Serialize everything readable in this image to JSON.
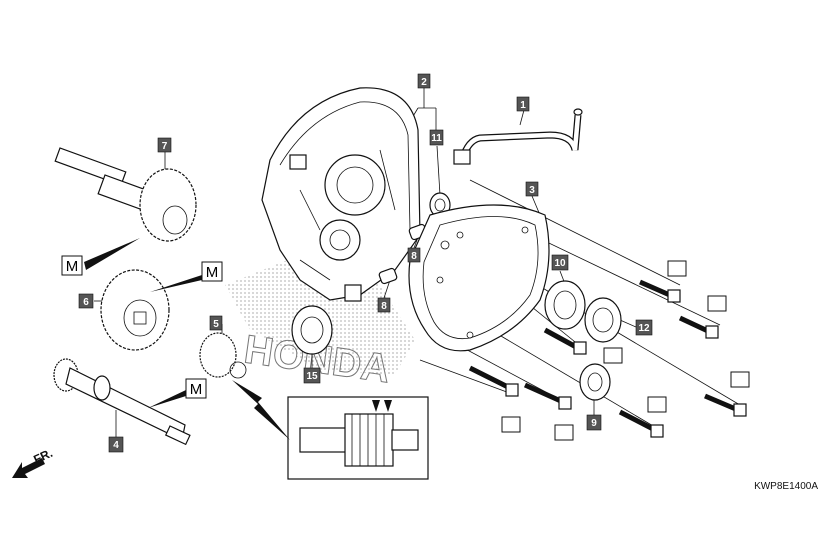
{
  "figure_code": "KWP8E1400A",
  "direction_label": "FR.",
  "callouts": [
    {
      "id": "c1",
      "number": "1"
    },
    {
      "id": "c2",
      "number": "2"
    },
    {
      "id": "c3",
      "number": "3"
    },
    {
      "id": "c4",
      "number": "4"
    },
    {
      "id": "c5",
      "number": "5"
    },
    {
      "id": "c6",
      "number": "6"
    },
    {
      "id": "c7",
      "number": "7"
    },
    {
      "id": "c8a",
      "number": "8"
    },
    {
      "id": "c8b",
      "number": "8"
    },
    {
      "id": "c9",
      "number": "9"
    },
    {
      "id": "c10",
      "number": "10"
    },
    {
      "id": "c11",
      "number": "11"
    },
    {
      "id": "c12",
      "number": "12"
    },
    {
      "id": "c15",
      "number": "15"
    }
  ],
  "lube_marks": [
    {
      "id": "m1",
      "label": "M"
    },
    {
      "id": "m2",
      "label": "M"
    },
    {
      "id": "m3",
      "label": "M"
    }
  ],
  "brand_watermark": "HONDA"
}
